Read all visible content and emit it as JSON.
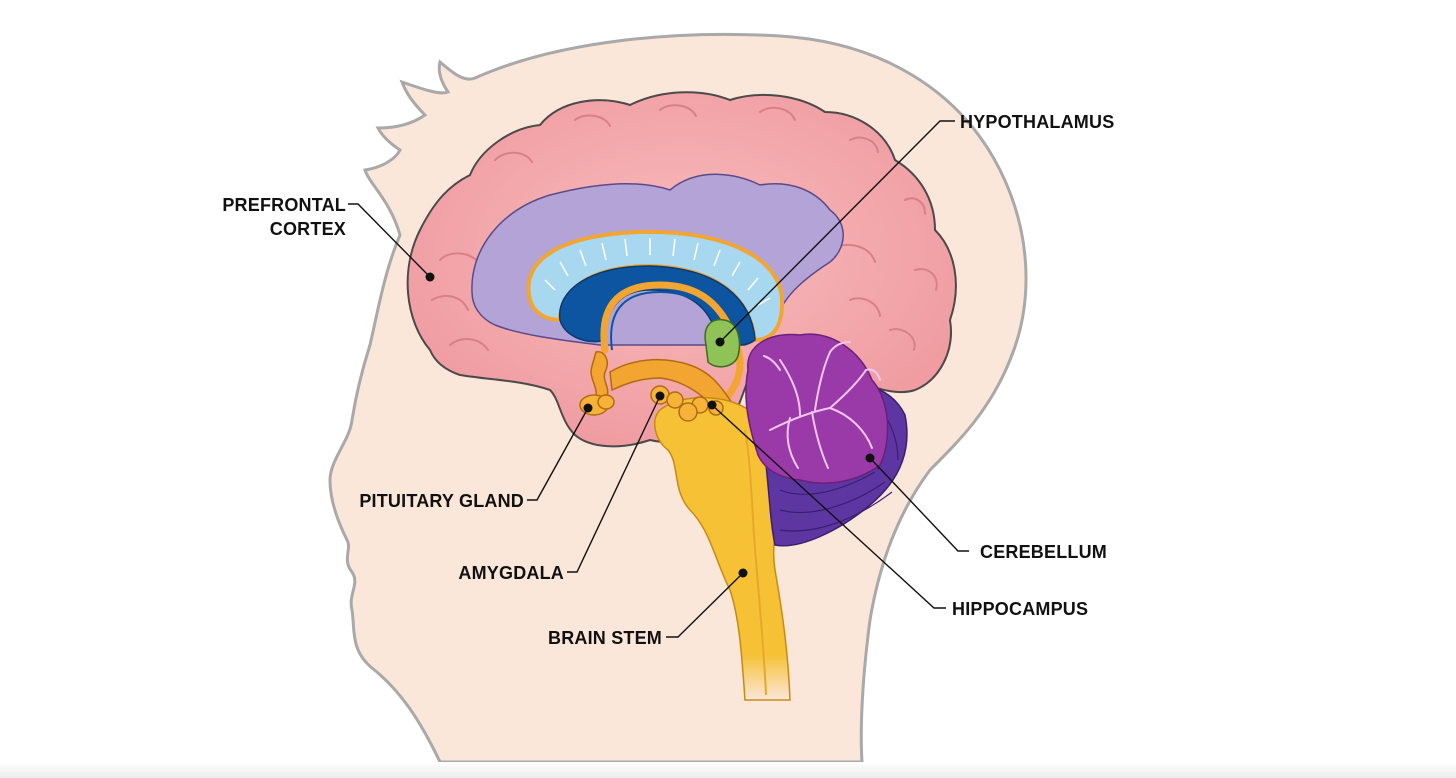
{
  "diagram": {
    "labels": {
      "prefrontal_cortex_line1": "PREFRONTAL",
      "prefrontal_cortex_line2": "CORTEX",
      "hypothalamus": "HYPOTHALAMUS",
      "pituitary_gland": "PITUITARY GLAND",
      "amygdala": "AMYGDALA",
      "brain_stem": "BRAIN STEM",
      "cerebellum": "CEREBELLUM",
      "hippocampus": "HIPPOCAMPUS"
    },
    "colors": {
      "skin": "#fbe6da",
      "head_outline": "#a9a9a9",
      "cortex": "#f4a9ac",
      "inner_brain": "#b4a3d6",
      "ventricle": "#0d55a0",
      "corpus_callosum": "#a8d8ef",
      "limbic_orange": "#f2a531",
      "brain_stem": "#f6c135",
      "hypothalamus": "#8fc257",
      "cerebellum": "#9a3aa8",
      "cerebellum_dark": "#5e36a2"
    }
  }
}
